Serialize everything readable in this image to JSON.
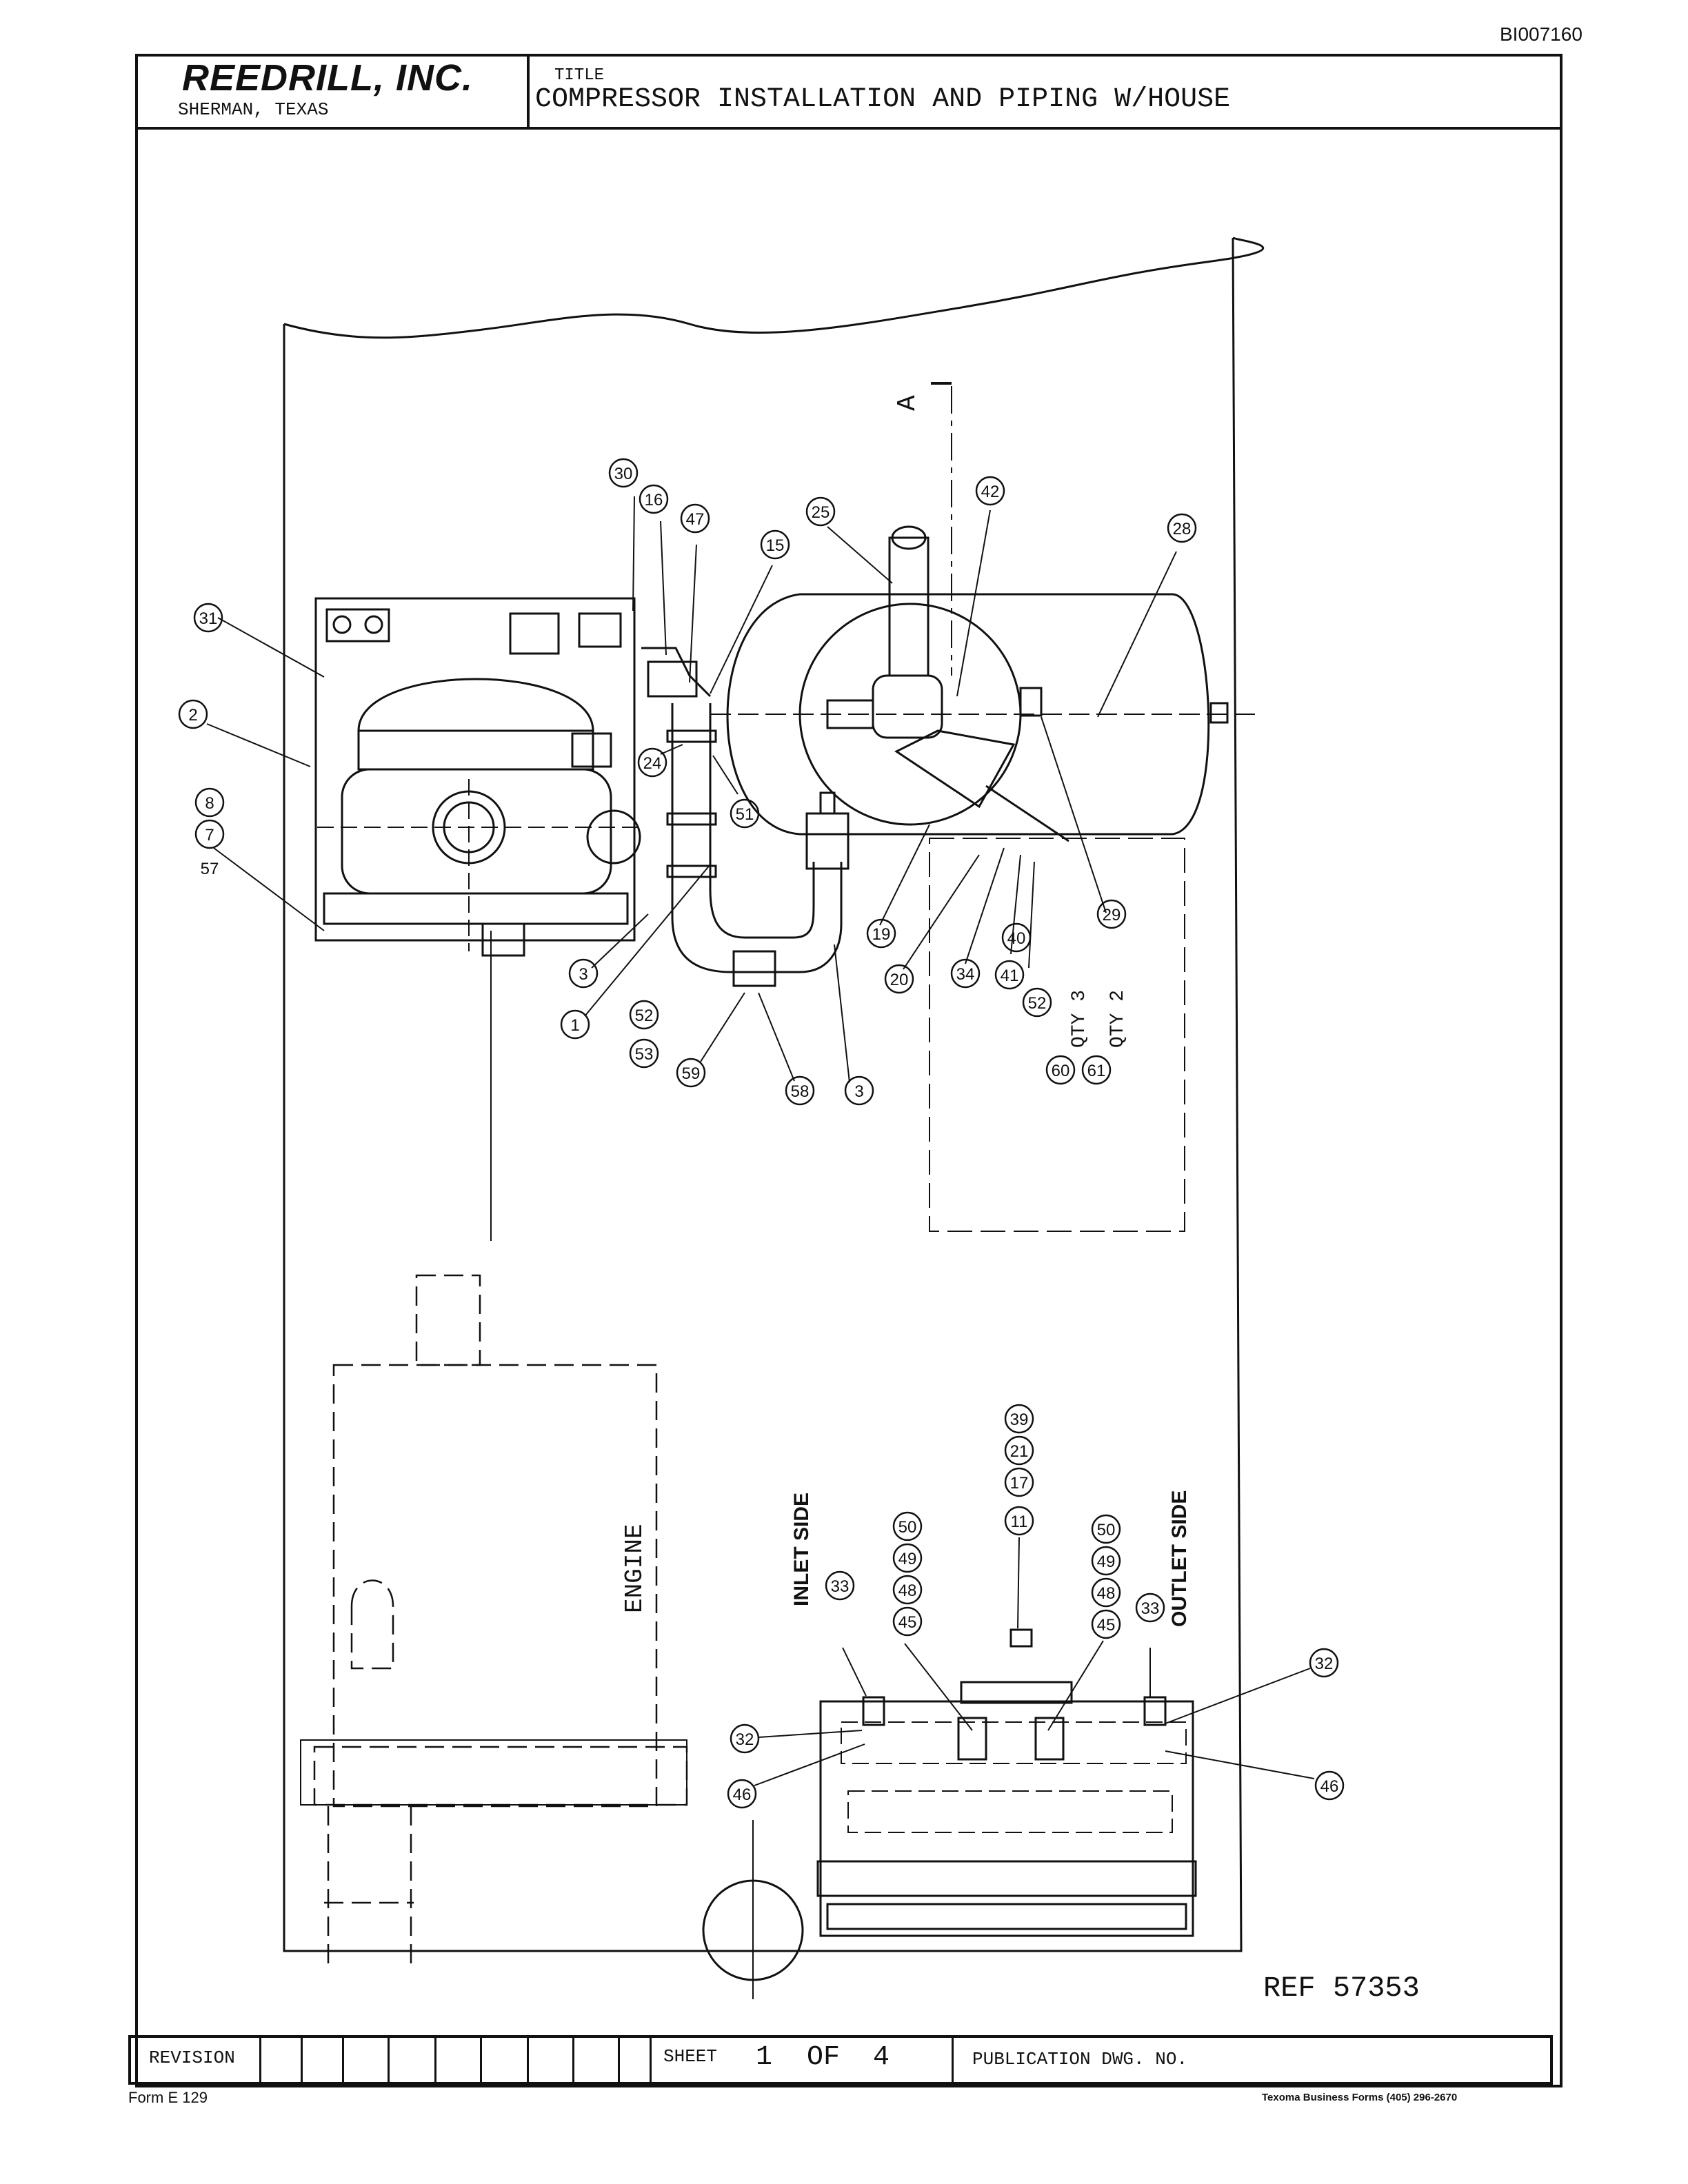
{
  "document": {
    "id": "BI007160"
  },
  "header": {
    "company": "REEDRILL, INC.",
    "location": "SHERMAN, TEXAS",
    "title_label": "TITLE",
    "title": "COMPRESSOR INSTALLATION AND PIPING W/HOUSE"
  },
  "drawing": {
    "section_marker": "A",
    "engine_label": "ENGINE",
    "inlet_label": "INLET SIDE",
    "outlet_label": "OUTLET SIDE",
    "qty3_label": "QTY 3",
    "qty2_label": "QTY 2",
    "balloons": {
      "b30": "30",
      "b16": "16",
      "b47": "47",
      "b15": "15",
      "b25": "25",
      "b42": "42",
      "b28": "28",
      "b31": "31",
      "b2": "2",
      "b8": "8",
      "b7": "7",
      "b57": "57",
      "b24": "24",
      "b51": "51",
      "b3a": "3",
      "b1": "1",
      "b53": "53",
      "b52": "52",
      "b59": "59",
      "b58": "58",
      "b3b": "3",
      "b19": "19",
      "b20": "20",
      "b34": "34",
      "b41": "41",
      "b40": "40",
      "b52b": "52",
      "b29": "29",
      "b60": "60",
      "b61": "61",
      "b11": "11",
      "b17": "17",
      "b21": "21",
      "b39": "39",
      "b33a": "33",
      "b45a": "45",
      "b48a": "48",
      "b49a": "49",
      "b50a": "50",
      "b33b": "33",
      "b45b": "45",
      "b48b": "48",
      "b49b": "49",
      "b50b": "50",
      "b32a": "32",
      "b46a": "46",
      "b32b": "32",
      "b46b": "46"
    }
  },
  "ref": "REF 57353",
  "footer": {
    "revision_label": "REVISION",
    "sheet_label": "SHEET",
    "sheet_number": "1",
    "of_label": "OF",
    "sheet_total": "4",
    "publication_label": "PUBLICATION DWG. NO.",
    "form_number": "Form E 129",
    "printer": "Texoma Business Forms (405) 296-2670"
  }
}
